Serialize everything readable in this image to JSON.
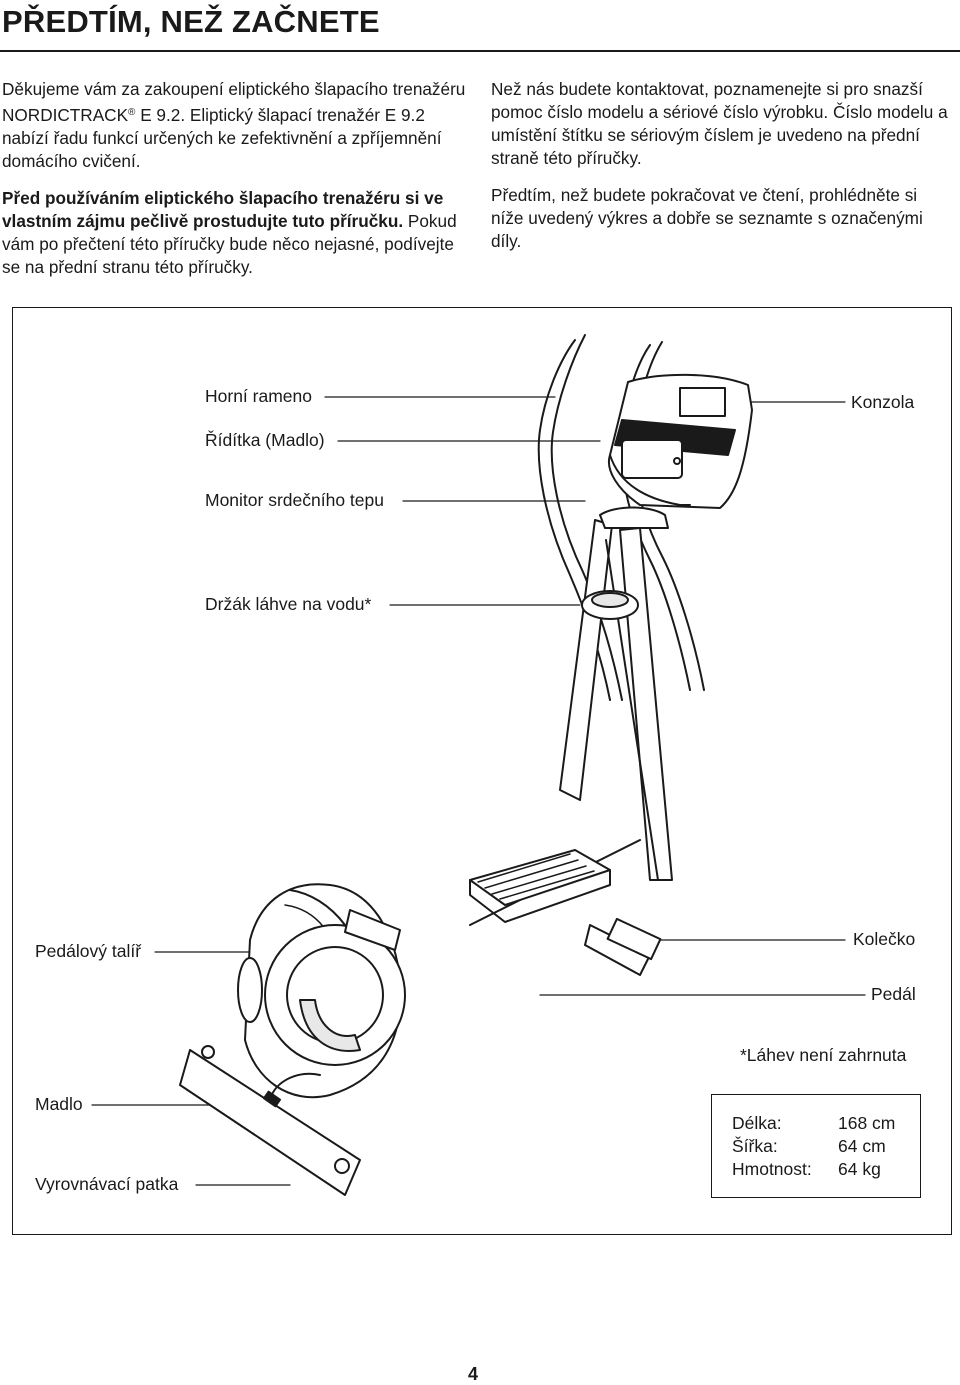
{
  "heading": "PŘEDTÍM, NEŽ ZAČNETE",
  "intro": {
    "p1": "Děkujeme vám za zakoupení eliptického šlapacího trenažéru NORDICTRACK",
    "p1_mark": "®",
    "p1_rest": " E 9.2. Eliptický šlapací trenažér E 9.2 nabízí řadu funkcí určených ke zefektivnění a zpříjemnění domácího cvičení.",
    "p2_bold": "Před používáním eliptického šlapacího trenažéru si ve vlastním zájmu pečlivě prostudujte tuto příručku.",
    "p2_rest": " Pokud vám po přečtení této příručky bude něco nejasné, podívejte se na přední stranu této příručky.",
    "p3": "Než nás budete kontaktovat, poznamenejte si pro snazší pomoc číslo modelu a sériové číslo výrobku. Číslo modelu a umístění štítku se sériovým číslem je uvedeno na přední straně této příručky.",
    "p4": "Předtím, než budete pokračovat ve čtení, prohlédněte si níže uvedený výkres a dobře se seznamte s označenými díly."
  },
  "labels": {
    "upper_arm": "Horní rameno",
    "handlebar": "Řídítka (Madlo)",
    "heart_monitor": "Monitor srdečního tepu",
    "bottle_holder": "Držák láhve na vodu*",
    "console": "Konzola",
    "pedal_disc": "Pedálový talíř",
    "wheel": "Kolečko",
    "pedal": "Pedál",
    "bottle_note": "*Láhev není zahrnuta",
    "handle": "Madlo",
    "leveling_foot": "Vyrovnávací patka"
  },
  "specs": [
    {
      "key": "Délka:",
      "value": "168 cm"
    },
    {
      "key": "Šířka:",
      "value": "64 cm"
    },
    {
      "key": "Hmotnost:",
      "value": "64 kg"
    }
  ],
  "page_number": "4",
  "colors": {
    "ink": "#1a1a1a",
    "paper": "#ffffff",
    "fill": "#e8e8e8"
  }
}
